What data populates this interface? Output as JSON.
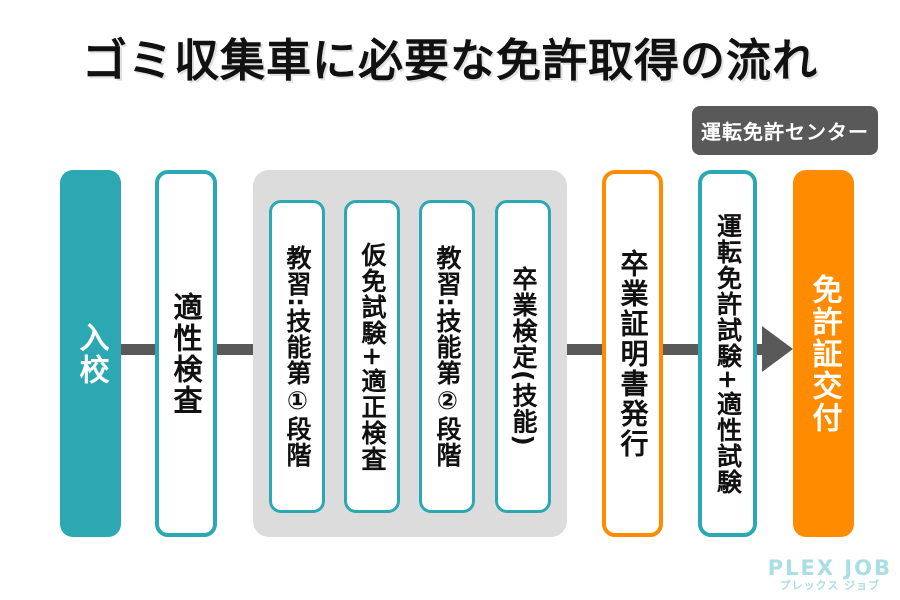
{
  "page": {
    "title": "ゴミ収集車に必要な免許取得の流れ",
    "badge_label": "運転免許センター"
  },
  "flow": {
    "steps": [
      {
        "label": "入校",
        "style": "teal-filled"
      },
      {
        "label": "適性検査",
        "style": "teal-outline"
      },
      {
        "label": "教習:技能第①段階",
        "style": "teal-outline-in-gray-group"
      },
      {
        "label": "仮免試験+適正検査",
        "style": "teal-outline-in-gray-group"
      },
      {
        "label": "教習:技能第②段階",
        "style": "teal-outline-in-gray-group"
      },
      {
        "label": "卒業検定(技能)",
        "style": "teal-outline-in-gray-group"
      },
      {
        "label": "卒業証明書発行",
        "style": "orange-outline"
      },
      {
        "label": "運転免許試験+適性試験",
        "style": "teal-outline"
      },
      {
        "label": "免許証交付",
        "style": "orange-filled"
      }
    ],
    "connector": "horizontal-line-with-arrow"
  },
  "colors": {
    "teal": "#2BA8B2",
    "orange": "#FF8C00",
    "group_gray": "#DCDCDC",
    "dark_gray": "#595959",
    "logo_teal": "#A9DEE2",
    "text_black": "#111111",
    "background": "#FFFFFF"
  },
  "logo": {
    "name": "PLEX JOB",
    "subtitle": "プレックス ジョブ"
  }
}
